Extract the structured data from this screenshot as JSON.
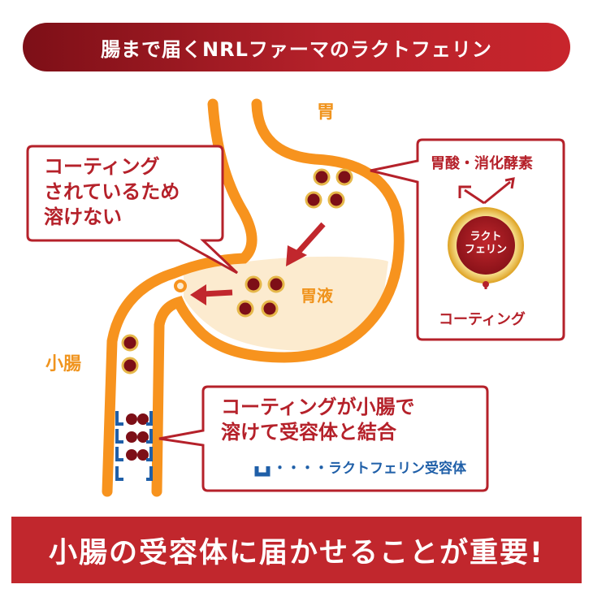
{
  "title": "腸まで届くNRLファーマのラクトフェリン",
  "footer": "小腸の受容体に届かせることが重要!",
  "labels": {
    "stomach": "胃",
    "gastric_juice": "胃液",
    "small_intestine": "小腸"
  },
  "callouts": {
    "coating": [
      "コーティング",
      "されているため",
      "溶けない"
    ],
    "acid": "胃酸・消化酵素",
    "lactoferrin_badge": [
      "ラクト",
      "フェリン"
    ],
    "coating_label": "コーティング",
    "intestine": [
      "コーティングが小腸で",
      "溶けて受容体と結合"
    ],
    "receptor_legend": "・・・・ラクトフェリン受容体"
  },
  "colors": {
    "accent_red": "#b5212a",
    "dark_red": "#7d0f17",
    "organ_orange": "#f7931e",
    "juice_fill": "#fcebcf",
    "receptor_blue": "#1f5fa8",
    "coating_gold": "#e6b84a"
  }
}
